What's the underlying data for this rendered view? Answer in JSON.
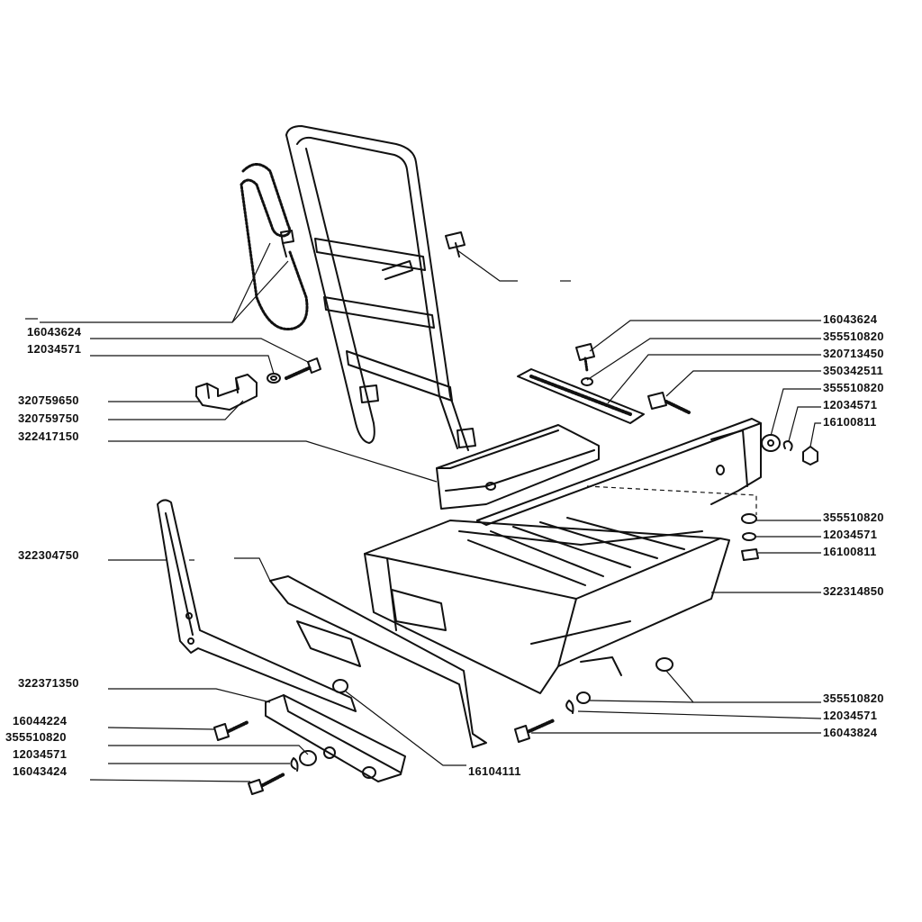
{
  "labels": {
    "l01": "16043624",
    "l02": "12034571",
    "l03": "320759650",
    "l04": "320759750",
    "l05": "322417150",
    "l06": "322304750",
    "l07": "322371350",
    "l08": "16044224",
    "l09": "355510820",
    "l10": "12034571",
    "l11": "16043424",
    "l12": "16104111",
    "r01": "16043624",
    "r02": "355510820",
    "r03": "320713450",
    "r04": "350342511",
    "r05": "355510820",
    "r06": "12034571",
    "r07": "16100811",
    "r08": "355510820",
    "r09": "12034571",
    "r10": "16100811",
    "r11": "322314850",
    "r12": "355510820",
    "r13": "12034571",
    "r14": "16043824"
  },
  "colors": {
    "ink": "#111111",
    "paper": "#ffffff"
  }
}
